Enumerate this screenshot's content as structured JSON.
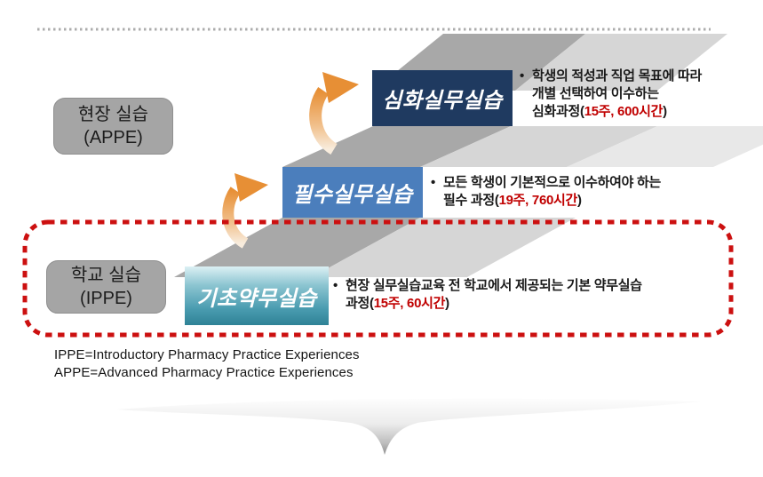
{
  "colors": {
    "step_advanced_bg": "#1F3A60",
    "step_required_bg": "#4B7EBC",
    "step_basic_gradient_top": "#DCF0F4",
    "step_basic_gradient_bottom": "#2F8296",
    "highlight_red": "#C00000",
    "dashed_outline_red": "#CC1010",
    "arrow_orange": "#E78F35",
    "band_dark_gray": "#A8A8A8",
    "band_light_gray": "#D6D6D6",
    "band_lighter_gray": "#E8E8E8",
    "label_panel_gray": "#A5A5A5"
  },
  "bullet": "•",
  "left_labels": {
    "appe": {
      "line1": "현장 실습",
      "line2": "(APPE)"
    },
    "ippe": {
      "line1": "학교 실습",
      "line2": "(IPPE)"
    }
  },
  "steps": {
    "advanced": {
      "label": "심화실무실습",
      "desc_line1": "학생의 적성과 직업 목표에 따라",
      "desc_line2": "개별 선택하여 이수하는",
      "desc_line3_prefix": "심화과정(",
      "desc_line3_red": "15주, 600시간",
      "desc_line3_suffix": ")"
    },
    "required": {
      "label": "필수실무실습",
      "desc_line1": "모든 학생이 기본적으로 이수하여야 하는",
      "desc_line2_prefix": "필수 과정(",
      "desc_line2_red": "19주, 760시간",
      "desc_line2_suffix": ")"
    },
    "basic": {
      "label": "기초약무실습",
      "desc_line1": "현장 실무실습교육 전 학교에서 제공되는 기본 약무실습",
      "desc_line2_prefix": "과정(",
      "desc_line2_red": "15주, 60시간",
      "desc_line2_suffix": ")"
    }
  },
  "footnotes": {
    "ippe": "IPPE=Introductory Pharmacy Practice Experiences",
    "appe": "APPE=Advanced Pharmacy Practice Experiences"
  }
}
